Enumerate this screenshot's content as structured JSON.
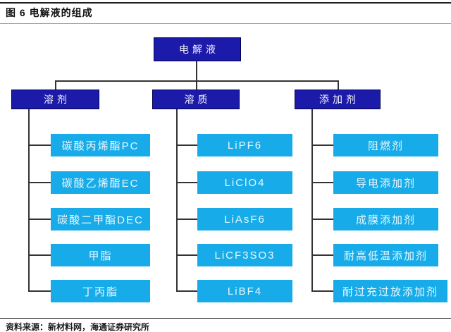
{
  "figure": {
    "title": "图 6  电解液的组成",
    "source": "资料来源：新材料网，海通证券研究所"
  },
  "tree": {
    "root": {
      "label": "电解液"
    },
    "branches": [
      {
        "label": "溶剂",
        "children": [
          "碳酸丙烯酯PC",
          "碳酸乙烯酯EC",
          "碳酸二甲酯DEC",
          "甲脂",
          "丁丙脂"
        ]
      },
      {
        "label": "溶质",
        "children": [
          "LiPF6",
          "LiClO4",
          "LiAsF6",
          "LiCF3SO3",
          "LiBF4"
        ]
      },
      {
        "label": "添加剂",
        "children": [
          "阻燃剂",
          "导电添加剂",
          "成膜添加剂",
          "耐高低温添加剂",
          "耐过充过放添加剂"
        ]
      }
    ]
  },
  "colors": {
    "node_dark_blue": "#1c1aa8",
    "node_cyan": "#17ace9",
    "node_text": "#ffffff",
    "connector_line": "#333333",
    "title_text": "#111111"
  }
}
